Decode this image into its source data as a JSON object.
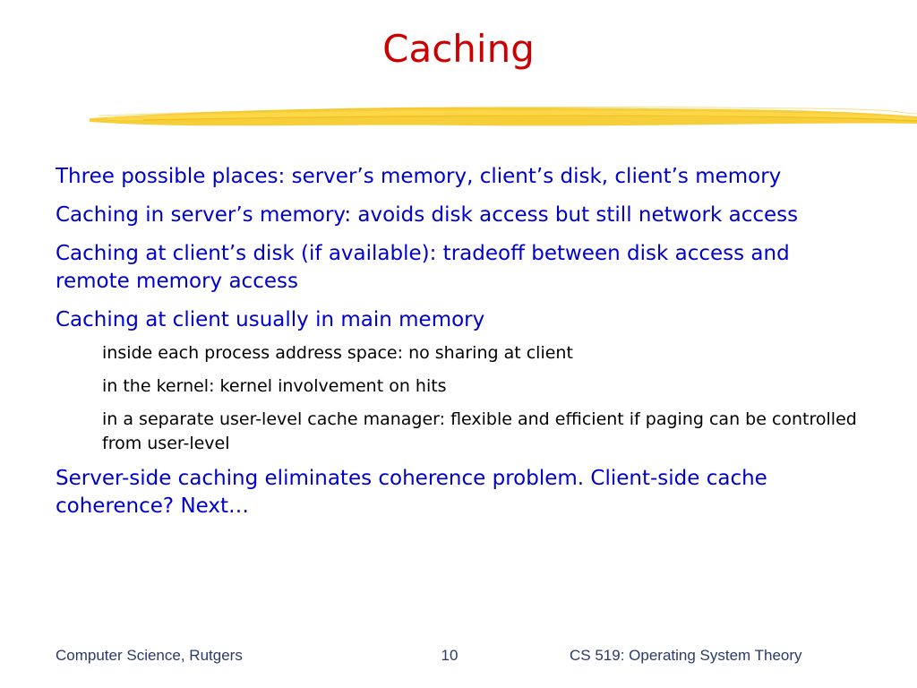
{
  "slide": {
    "title": "Caching",
    "bullets": [
      "Three possible places: server’s memory, client’s disk, client’s memory",
      "Caching in server’s memory: avoids disk access but still network access",
      "Caching at client’s disk (if available): tradeoff between disk access and remote memory access",
      "Caching at client usually in main memory"
    ],
    "sub_bullets": [
      "inside each process address space: no sharing at client",
      "in the kernel: kernel involvement on hits",
      "in a separate user-level cache manager: flexible and efficient if paging can be controlled from user-level"
    ],
    "final_bullet": "Server-side caching eliminates coherence problem.  Client-side cache coherence? Next…"
  },
  "footer": {
    "left": "Computer Science, Rutgers",
    "page_number": "10",
    "right": "CS 519: Operating System Theory"
  },
  "colors": {
    "title": "#cc0000",
    "bullet_text": "#0000cc",
    "sub_text": "#000000",
    "brush_stroke": "#f5c518"
  }
}
